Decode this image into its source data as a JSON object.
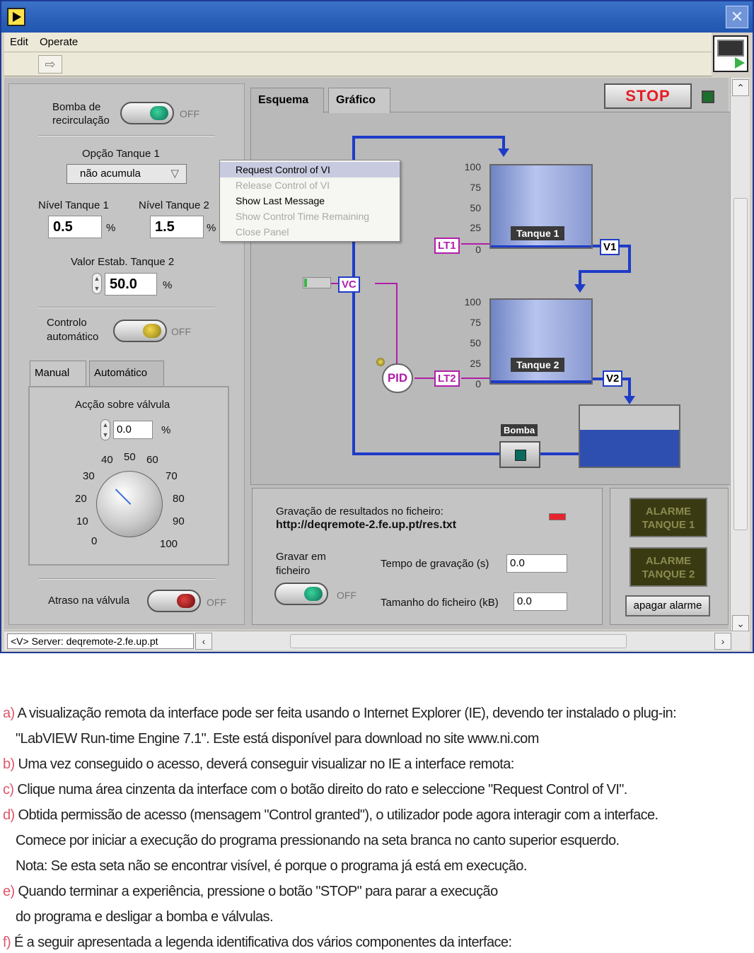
{
  "menubar": {
    "edit": "Edit",
    "operate": "Operate"
  },
  "controls": {
    "pump_label_1": "Bomba de",
    "pump_label_2": "recirculação",
    "pump_state": "OFF",
    "tank1_option_label": "Opção Tanque 1",
    "tank1_option_value": "não acumula",
    "level1_label": "Nível Tanque 1",
    "level1_value": "0.5",
    "level1_unit": "%",
    "level2_label": "Nível Tanque 2",
    "level2_value": "1.5",
    "level2_unit": "%",
    "setpoint_label": "Valor Estab. Tanque 2",
    "setpoint_value": "50.0",
    "setpoint_unit": "%",
    "auto_label_1": "Controlo",
    "auto_label_2": "automático",
    "auto_state": "OFF",
    "tab_manual": "Manual",
    "tab_auto": "Automático",
    "valve_action_label": "Acção sobre válvula",
    "valve_action_value": "0.0",
    "valve_action_unit": "%",
    "dial_ticks": [
      "0",
      "10",
      "20",
      "30",
      "40",
      "50",
      "60",
      "70",
      "80",
      "90",
      "100"
    ],
    "dial_value": 0,
    "delay_label": "Atraso na válvula",
    "delay_state": "OFF"
  },
  "tabs": {
    "schema": "Esquema",
    "graph": "Gráfico"
  },
  "stop_label": "STOP",
  "context_menu": [
    {
      "label": "Request Control of VI",
      "enabled": true,
      "highlighted": true
    },
    {
      "label": "Release Control of VI",
      "enabled": false
    },
    {
      "label": "Show Last Message",
      "enabled": true
    },
    {
      "label": "Show Control Time Remaining",
      "enabled": false
    },
    {
      "label": "Close Panel",
      "enabled": false
    }
  ],
  "schema": {
    "tank1_label": "Tanque 1",
    "tank2_label": "Tanque 2",
    "scale": [
      "100",
      "75",
      "50",
      "25",
      "0"
    ],
    "lt1": "LT1",
    "lt2": "LT2",
    "v1": "V1",
    "v2": "V2",
    "vc": "VC",
    "pid": "PID",
    "pump": "Bomba"
  },
  "recording": {
    "title": "Gravação de resultados no ficheiro:",
    "url": "http://deqremote-2.fe.up.pt/res.txt",
    "record_label_1": "Gravar em",
    "record_label_2": "ficheiro",
    "record_state": "OFF",
    "time_label": "Tempo de gravação (s)",
    "time_value": "0.0",
    "size_label": "Tamanho do ficheiro (kB)",
    "size_value": "0.0"
  },
  "alarms": {
    "alarm1_line1": "ALARME",
    "alarm1_line2": "TANQUE 1",
    "alarm2_line1": "ALARME",
    "alarm2_line2": "TANQUE 2",
    "clear_label": "apagar alarme"
  },
  "statusbar": {
    "server": "<V> Server: deqremote-2.fe.up.pt"
  },
  "instructions": [
    {
      "marker": "a)",
      "text": " A visualização remota da interface pode ser feita usando o Internet Explorer (IE), devendo ter instalado o plug-in:"
    },
    {
      "marker": "",
      "text": "\"LabVIEW Run-time Engine 7.1\". Este está disponível para download no site www.ni.com"
    },
    {
      "marker": "b)",
      "text": " Uma vez conseguido o acesso, deverá conseguir visualizar no IE a interface remota:"
    },
    {
      "marker": "c)",
      "text": " Clique numa área cinzenta da interface com o botão direito do rato e seleccione \"Request Control of VI\"."
    },
    {
      "marker": "d)",
      "text": " Obtida permissão de acesso (mensagem \"Control granted\"), o utilizador pode agora interagir com a interface."
    },
    {
      "marker": "",
      "text": "Comece por iniciar a execução do programa pressionando na seta branca no canto superior esquerdo."
    },
    {
      "marker": "",
      "text": "Nota: Se esta seta não se encontrar visível, é porque o programa já está em execução."
    },
    {
      "marker": "e)",
      "text": " Quando terminar a experiência, pressione o botão \"STOP\"  para parar a execução"
    },
    {
      "marker": "",
      "text": "do programa e desligar a bomba e válvulas."
    },
    {
      "marker": "f)",
      "text": " É a seguir apresentada a legenda identificativa dos vários componentes da interface:"
    }
  ]
}
